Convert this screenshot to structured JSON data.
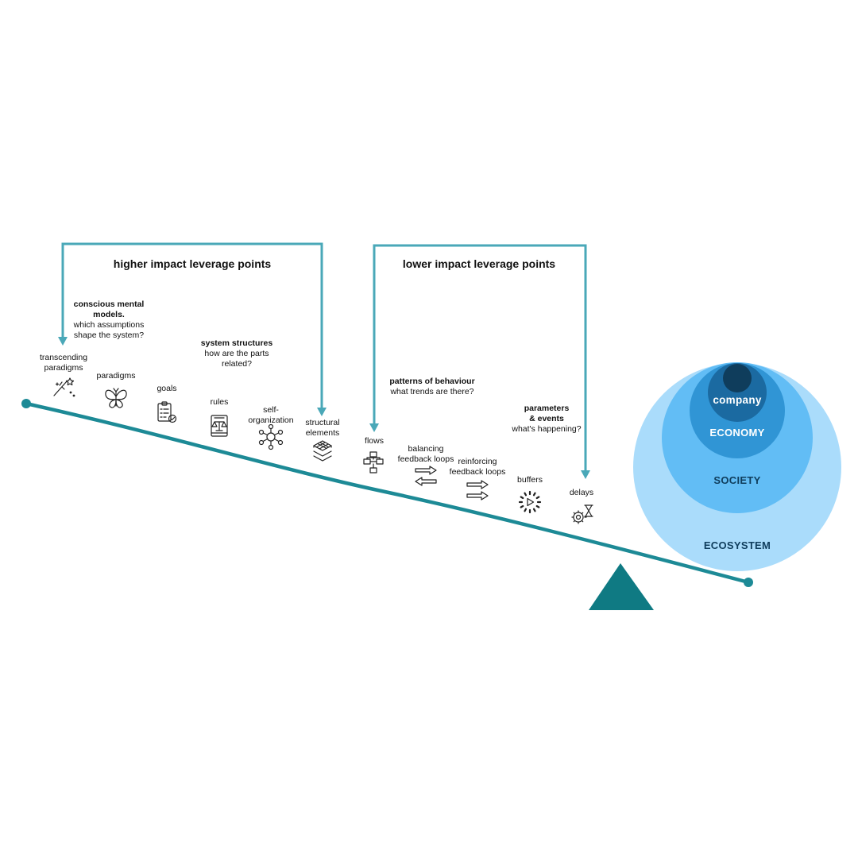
{
  "headers": {
    "higher": "higher impact leverage points",
    "lower": "lower impact leverage points"
  },
  "questions": {
    "mental_models": {
      "bold": "conscious mental\nmodels.",
      "text": "which assumptions\nshape the system?"
    },
    "system_structures": {
      "bold": "system structures",
      "text": "how are the parts\nrelated?"
    },
    "patterns": {
      "bold": "patterns of behaviour",
      "text": "what trends are there?"
    },
    "parameters": {
      "bold": "parameters\n& events",
      "text": "what's happening?"
    }
  },
  "points": [
    {
      "label": "transcending\nparadigms",
      "icon": "magic-wand-icon"
    },
    {
      "label": "paradigms",
      "icon": "butterfly-icon"
    },
    {
      "label": "goals",
      "icon": "clipboard-check-icon"
    },
    {
      "label": "rules",
      "icon": "law-book-icon"
    },
    {
      "label": "self-\norganization",
      "icon": "network-icon"
    },
    {
      "label": "structural\nelements",
      "icon": "layers-icon"
    },
    {
      "label": "flows",
      "icon": "flowchart-icon"
    },
    {
      "label": "balancing\nfeedback loops",
      "icon": "opposing-arrows-icon"
    },
    {
      "label": "reinforcing\nfeedback loops",
      "icon": "same-direction-arrows-icon"
    },
    {
      "label": "buffers",
      "icon": "loading-play-icon"
    },
    {
      "label": "delays",
      "icon": "gear-hourglass-icon"
    }
  ],
  "circles": {
    "company": "company",
    "economy": "ECONOMY",
    "society": "SOCIETY",
    "ecosystem": "ECOSYSTEM"
  },
  "colors": {
    "teal": "#1d8a96",
    "bracket": "#4aa8b8",
    "fulcrum": "#0f7a83",
    "ecosystem": "#aadcfb",
    "society": "#62bdf5",
    "economy": "#3095d5",
    "company": "#1b6aa1",
    "company_core": "#0f3d5c"
  }
}
